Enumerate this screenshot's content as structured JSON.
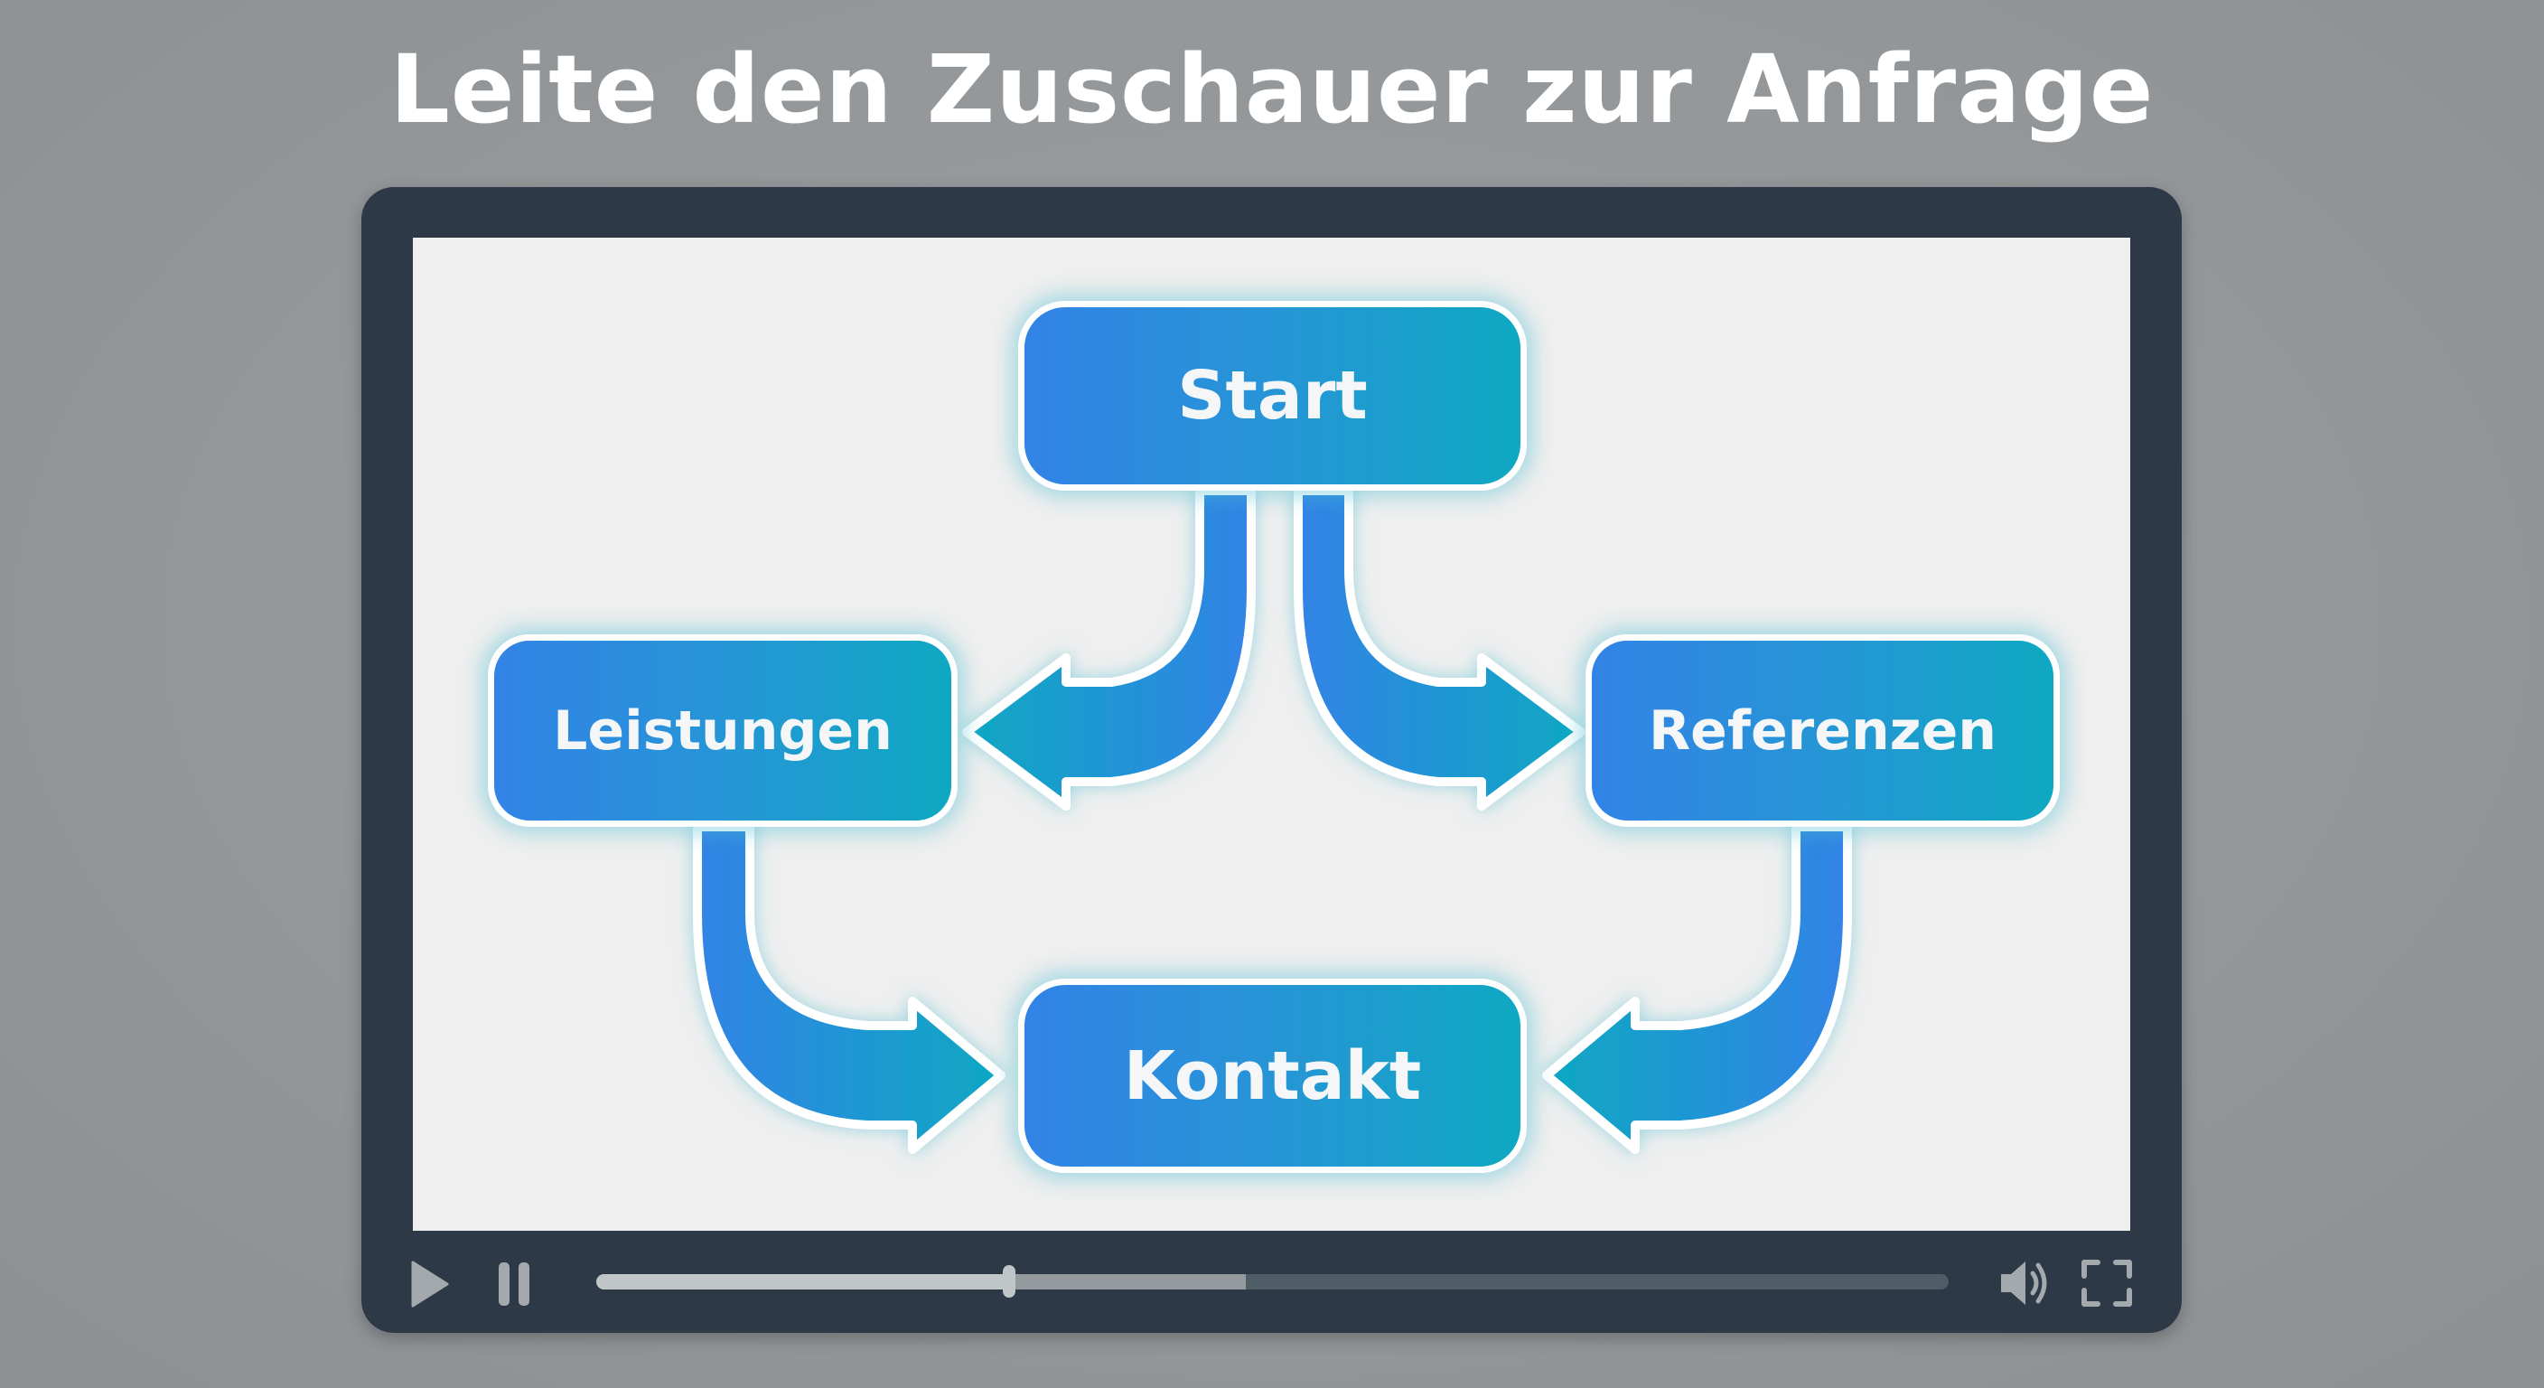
{
  "title": "Leite den Zuschauer zur Anfrage",
  "colors": {
    "background": "#959a9c",
    "frame": "#2d3947",
    "screen": "#efefef",
    "node_gradient_start": "#3283e6",
    "node_gradient_end": "#0ea8c2",
    "node_border": "#ffffff",
    "glow": "#50bed2",
    "control_icon": "#a3a9ad",
    "track_played": "#c0c6c8",
    "track_buffered": "#949a9e",
    "track_rest": "#4f5e66"
  },
  "diagram": {
    "nodes": [
      {
        "id": "start",
        "label": "Start"
      },
      {
        "id": "leistungen",
        "label": "Leistungen"
      },
      {
        "id": "referenzen",
        "label": "Referenzen"
      },
      {
        "id": "kontakt",
        "label": "Kontakt"
      }
    ],
    "edges": [
      {
        "from": "Start",
        "to": "Leistungen"
      },
      {
        "from": "Start",
        "to": "Referenzen"
      },
      {
        "from": "Leistungen",
        "to": "Kontakt"
      },
      {
        "from": "Referenzen",
        "to": "Kontakt"
      }
    ]
  },
  "player": {
    "icons": [
      "play-icon",
      "pause-icon",
      "volume-icon",
      "fullscreen-icon"
    ],
    "progress_played_percent": 30.5,
    "progress_buffered_percent": 48
  }
}
